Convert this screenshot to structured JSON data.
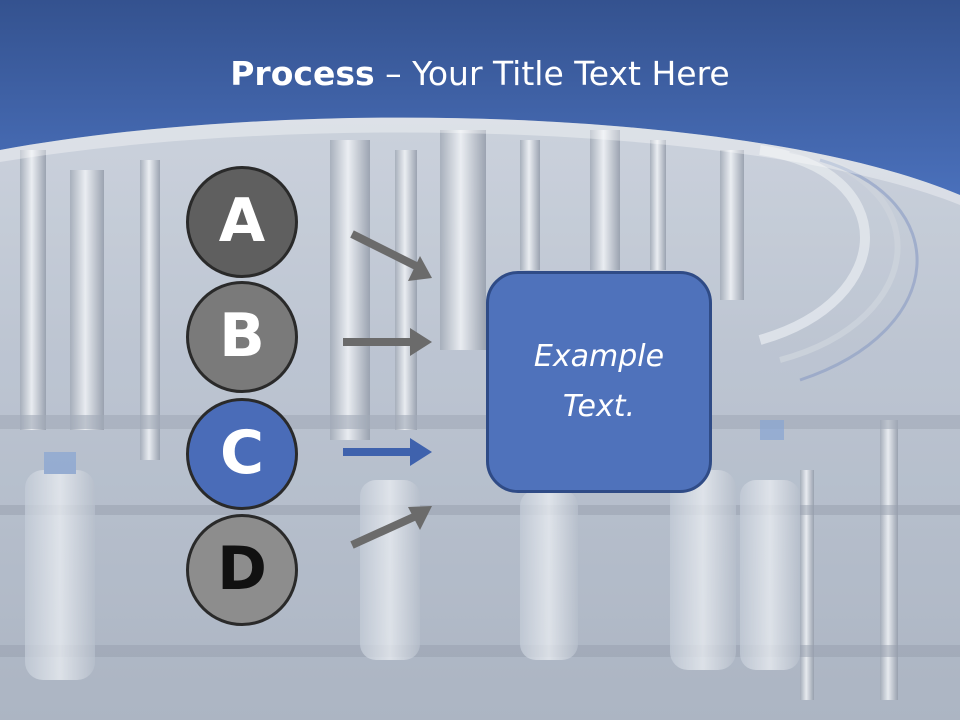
{
  "title": {
    "bold": "Process",
    "rest": " – Your Title Text Here"
  },
  "steps": [
    {
      "label": "A",
      "fill": "#5f5f5f",
      "text_color": "#ffffff"
    },
    {
      "label": "B",
      "fill": "#7a7a7a",
      "text_color": "#ffffff"
    },
    {
      "label": "C",
      "fill": "#4a6cb8",
      "text_color": "#ffffff"
    },
    {
      "label": "D",
      "fill": "#8d8d8d",
      "text_color": "#111111"
    }
  ],
  "callout": {
    "text": "Example Text."
  },
  "colors": {
    "header_blue": "#3d64ae",
    "arrow_gray": "#6b6b6b",
    "arrow_blue": "#3f62ad"
  }
}
